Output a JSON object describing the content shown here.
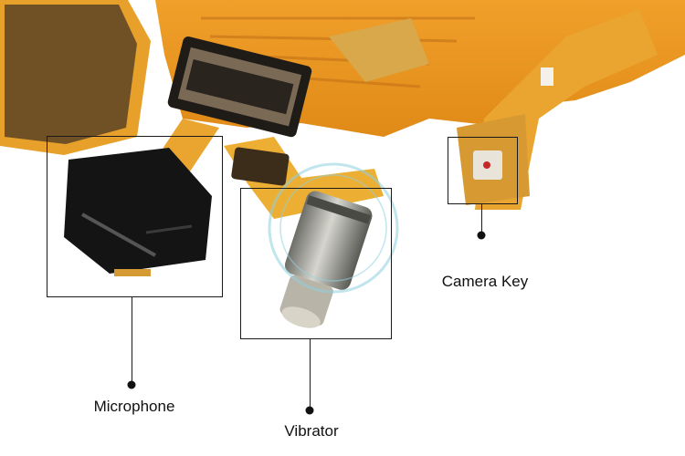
{
  "labels": {
    "microphone": "Microphone",
    "vibrator": "Vibrator",
    "camera_key": "Camera Key"
  },
  "colors": {
    "flex_orange": "#e8951e",
    "flex_yellow": "#f2b62c",
    "copper": "#c98a2c",
    "component_black": "#141414",
    "motor_silver": "#9a9a94",
    "watermark": "#8fd1e0"
  }
}
